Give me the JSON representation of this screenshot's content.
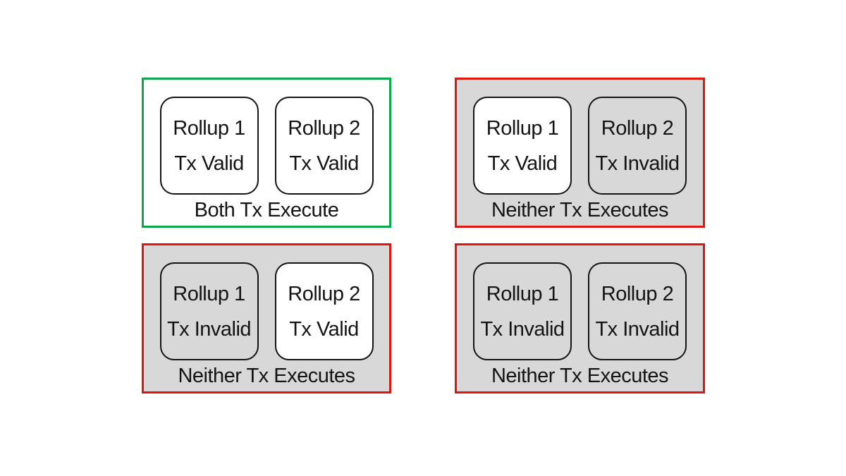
{
  "colors": {
    "background": "#ffffff",
    "success_border": "#0ba84a",
    "failure_border": "#da1710",
    "panel_gray": "#d8d8d8",
    "card_white": "#ffffff",
    "card_border": "#141414",
    "text": "#141414"
  },
  "panels": [
    {
      "id": "both-valid",
      "outcome": "success",
      "caption": "Both Tx Execute",
      "cards": [
        {
          "title": "Rollup 1",
          "status": "Tx Valid",
          "valid": true
        },
        {
          "title": "Rollup 2",
          "status": "Tx Valid",
          "valid": true
        }
      ]
    },
    {
      "id": "rollup1-valid-rollup2-invalid",
      "outcome": "failure",
      "caption": "Neither Tx Executes",
      "cards": [
        {
          "title": "Rollup 1",
          "status": "Tx Valid",
          "valid": true
        },
        {
          "title": "Rollup 2",
          "status": "Tx Invalid",
          "valid": false
        }
      ]
    },
    {
      "id": "rollup1-invalid-rollup2-valid",
      "outcome": "failure",
      "caption": "Neither Tx Executes",
      "cards": [
        {
          "title": "Rollup 1",
          "status": "Tx Invalid",
          "valid": false
        },
        {
          "title": "Rollup 2",
          "status": "Tx Valid",
          "valid": true
        }
      ]
    },
    {
      "id": "both-invalid",
      "outcome": "failure",
      "caption": "Neither Tx Executes",
      "cards": [
        {
          "title": "Rollup 1",
          "status": "Tx Invalid",
          "valid": false
        },
        {
          "title": "Rollup 2",
          "status": "Tx Invalid",
          "valid": false
        }
      ]
    }
  ]
}
